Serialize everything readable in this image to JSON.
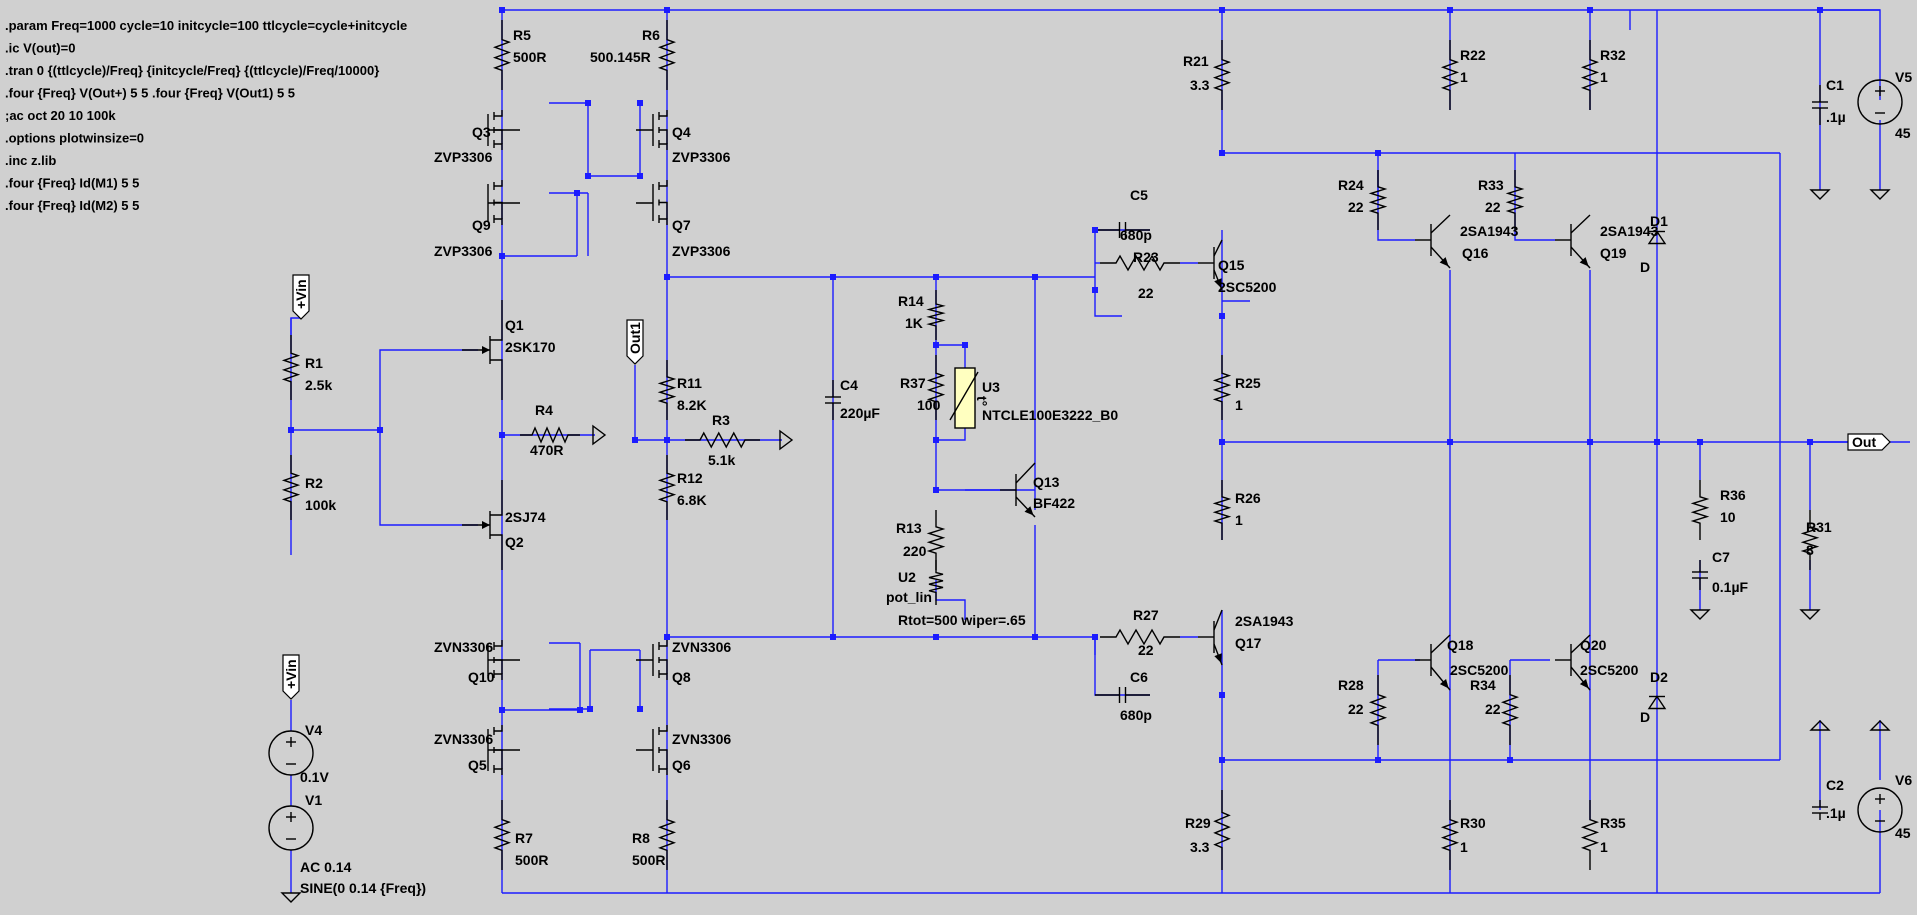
{
  "directives": [
    {
      "text": ".param Freq=1000 cycle=10 initcycle=100 ttlcycle=cycle+initcycle",
      "color": "#000000"
    },
    {
      "text": ".ic V(out)=0",
      "color": "#0000ff"
    },
    {
      "text": ".tran 0 {(ttlcycle)/Freq} {initcycle/Freq} {(ttlcycle)/Freq/10000}",
      "color": "#000000"
    },
    {
      "text": ".four {Freq} V(Out+) 5 5 .four {Freq} V(Out1) 5 5",
      "color": "#000000"
    },
    {
      "text": ";ac oct 20 10 100k",
      "color": "#000000"
    },
    {
      "text": ".options plotwinsize=0",
      "color": "#000000"
    },
    {
      "text": " .inc z.lib",
      "color": "#000000"
    },
    {
      "text": " .four {Freq} Id(M1) 5 5",
      "color": "#000000"
    },
    {
      "text": " .four {Freq} Id(M2) 5 5",
      "color": "#000000"
    }
  ],
  "labels": {
    "R5": "R5",
    "R5v": "500R",
    "R6": "R6",
    "R6v": "500.145R",
    "Q3": "Q3",
    "Q3t": "ZVP3306",
    "Q4": "Q4",
    "Q4t": "ZVP3306",
    "Q9": "Q9",
    "Q9t": "ZVP3306",
    "Q7": "Q7",
    "Q7t": "ZVP3306",
    "Q1": "Q1",
    "Q1t": "2SK170",
    "Q2": "Q2",
    "Q2t": "2SJ74",
    "R1": "R1",
    "R1v": "2.5k",
    "R2": "R2",
    "R2v": "100k",
    "R4": "R4",
    "R4v": "470R",
    "R11": "R11",
    "R11v": "8.2K",
    "R3": "R3",
    "R3v": "5.1k",
    "R12": "R12",
    "R12v": "6.8K",
    "Q10": "Q10",
    "Q10t": "ZVN3306",
    "Q8": "Q8",
    "Q8t": "ZVN3306",
    "Q5": "Q5",
    "Q5t": "ZVN3306",
    "Q6": "Q6",
    "Q6t": "ZVN3306",
    "R7": "R7",
    "R7v": "500R",
    "R8": "R8",
    "R8v": "500R",
    "V4": "V4",
    "V4v": "0.1V",
    "V1": "V1",
    "V1ac": "AC 0.14",
    "V1sine": "SINE(0 0.14 {Freq})",
    "C4": "C4",
    "C4v": "220µF",
    "R14": "R14",
    "R14v": "1K",
    "R37": "R37",
    "R37v": "100",
    "U3": "U3",
    "U3t": "NTCLE100E3222_B0",
    "U3pin": "t°",
    "Q13": "Q13",
    "Q13t": "BF422",
    "R13": "R13",
    "R13v": "220",
    "U2": "U2",
    "U2t": "pot_lin",
    "U2p": "Rtot=500 wiper=.65",
    "C5": "C5",
    "C5v": "680p",
    "R23": "R23",
    "R23v": "22",
    "Q15": "Q15",
    "Q15t": "2SC5200",
    "R21": "R21",
    "R21v": "3.3",
    "R25": "R25",
    "R25v": "1",
    "R26": "R26",
    "R26v": "1",
    "R27": "R27",
    "R27v": "22",
    "Q17": "Q17",
    "Q17t": "2SA1943",
    "C6": "C6",
    "C6v": "680p",
    "R29": "R29",
    "R29v": "3.3",
    "R22": "R22",
    "R22v": "1",
    "R32": "R32",
    "R32v": "1",
    "R24": "R24",
    "R24v": "22",
    "R33": "R33",
    "R33v": "22",
    "Q16": "Q16",
    "Q16t": "2SA1943",
    "Q19": "Q19",
    "Q19t": "2SA1943",
    "D1": "D1",
    "D1t": "D",
    "D2": "D2",
    "D2t": "D",
    "Q18": "Q18",
    "Q18t": "2SC5200",
    "Q20": "Q20",
    "Q20t": "2SC5200",
    "R28": "R28",
    "R28v": "22",
    "R34": "R34",
    "R34v": "22",
    "R30": "R30",
    "R30v": "1",
    "R35": "R35",
    "R35v": "1",
    "C1": "C1",
    "C1v": ".1µ",
    "V5": "V5",
    "V5v": "45",
    "C2": "C2",
    "C2v": ".1µ",
    "V6": "V6",
    "V6v": "45",
    "R36": "R36",
    "R36v": "10",
    "C7": "C7",
    "C7v": "0.1µF",
    "R31": "R31",
    "R31v": "8"
  },
  "flags": {
    "vin_top": "+Vin",
    "out1": "Out1",
    "vin_bot": "+Vin",
    "out": "Out"
  }
}
